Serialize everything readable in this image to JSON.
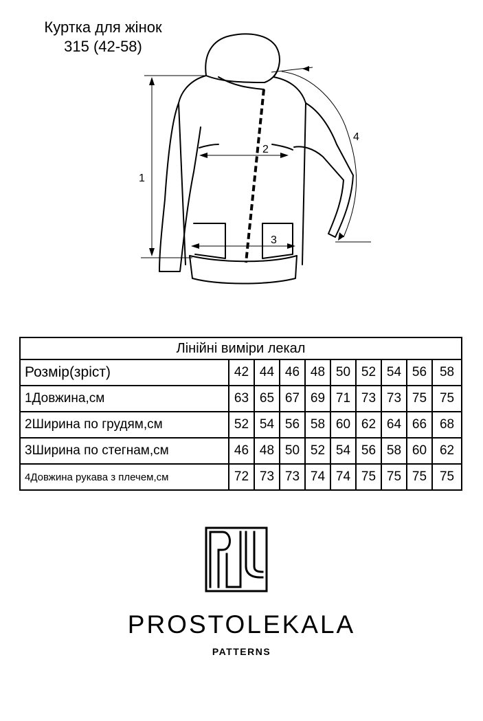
{
  "header": {
    "title_line1": "Куртка для жінок",
    "title_line2": "315 (42-58)"
  },
  "sketch": {
    "labels": [
      "1",
      "2",
      "3",
      "4"
    ]
  },
  "table": {
    "caption": "Лінійні виміри лекал",
    "rows": [
      {
        "label": "Розмір(зріст)",
        "values": [
          "42",
          "44",
          "46",
          "48",
          "50",
          "52",
          "54",
          "56",
          "58"
        ]
      },
      {
        "label": "1Довжина,см",
        "values": [
          "63",
          "65",
          "67",
          "69",
          "71",
          "73",
          "73",
          "75",
          "75"
        ]
      },
      {
        "label": "2Ширина по грудям,см",
        "values": [
          "52",
          "54",
          "56",
          "58",
          "60",
          "62",
          "64",
          "66",
          "68"
        ]
      },
      {
        "label": "3Ширина по стегнам,см",
        "values": [
          "46",
          "48",
          "50",
          "52",
          "54",
          "56",
          "58",
          "60",
          "62"
        ]
      },
      {
        "label": "4Довжина рукава з плечем,см",
        "values": [
          "72",
          "73",
          "73",
          "74",
          "74",
          "75",
          "75",
          "75",
          "75"
        ]
      }
    ]
  },
  "brand": {
    "name": "PROSTOLEKALA",
    "subtitle": "PATTERNS"
  }
}
